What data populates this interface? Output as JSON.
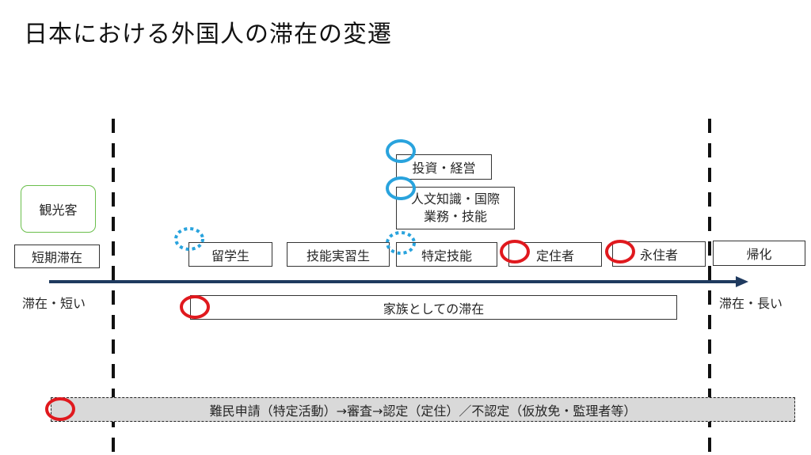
{
  "title": "日本における外国人の滞在の変遷",
  "axis": {
    "left_label": "滞在・短い",
    "right_label": "滞在・長い"
  },
  "boxes": {
    "sightseer": "観光客",
    "short_stay": "短期滞在",
    "student": "留学生",
    "technical_intern": "技能実習生",
    "specified_skilled": "特定技能",
    "long_term_resident": "定住者",
    "permanent_resident": "永住者",
    "naturalization": "帰化",
    "investor_manager": "投資・経営",
    "humanities_line1": "人文知識・国際",
    "humanities_line2": "業務・技能",
    "family_stay": "家族としての滞在",
    "refugee_process": "難民申請（特定活動）→審査→認定（定住）／不認定（仮放免・監理者等）"
  },
  "colors": {
    "red_marker": "#e0191e",
    "blue_marker": "#29a3dd",
    "arrow": "#1f3a5f",
    "dashed_line": "#111111",
    "rounded_border": "#6abf4b",
    "refugee_fill": "#d9d9d9"
  }
}
